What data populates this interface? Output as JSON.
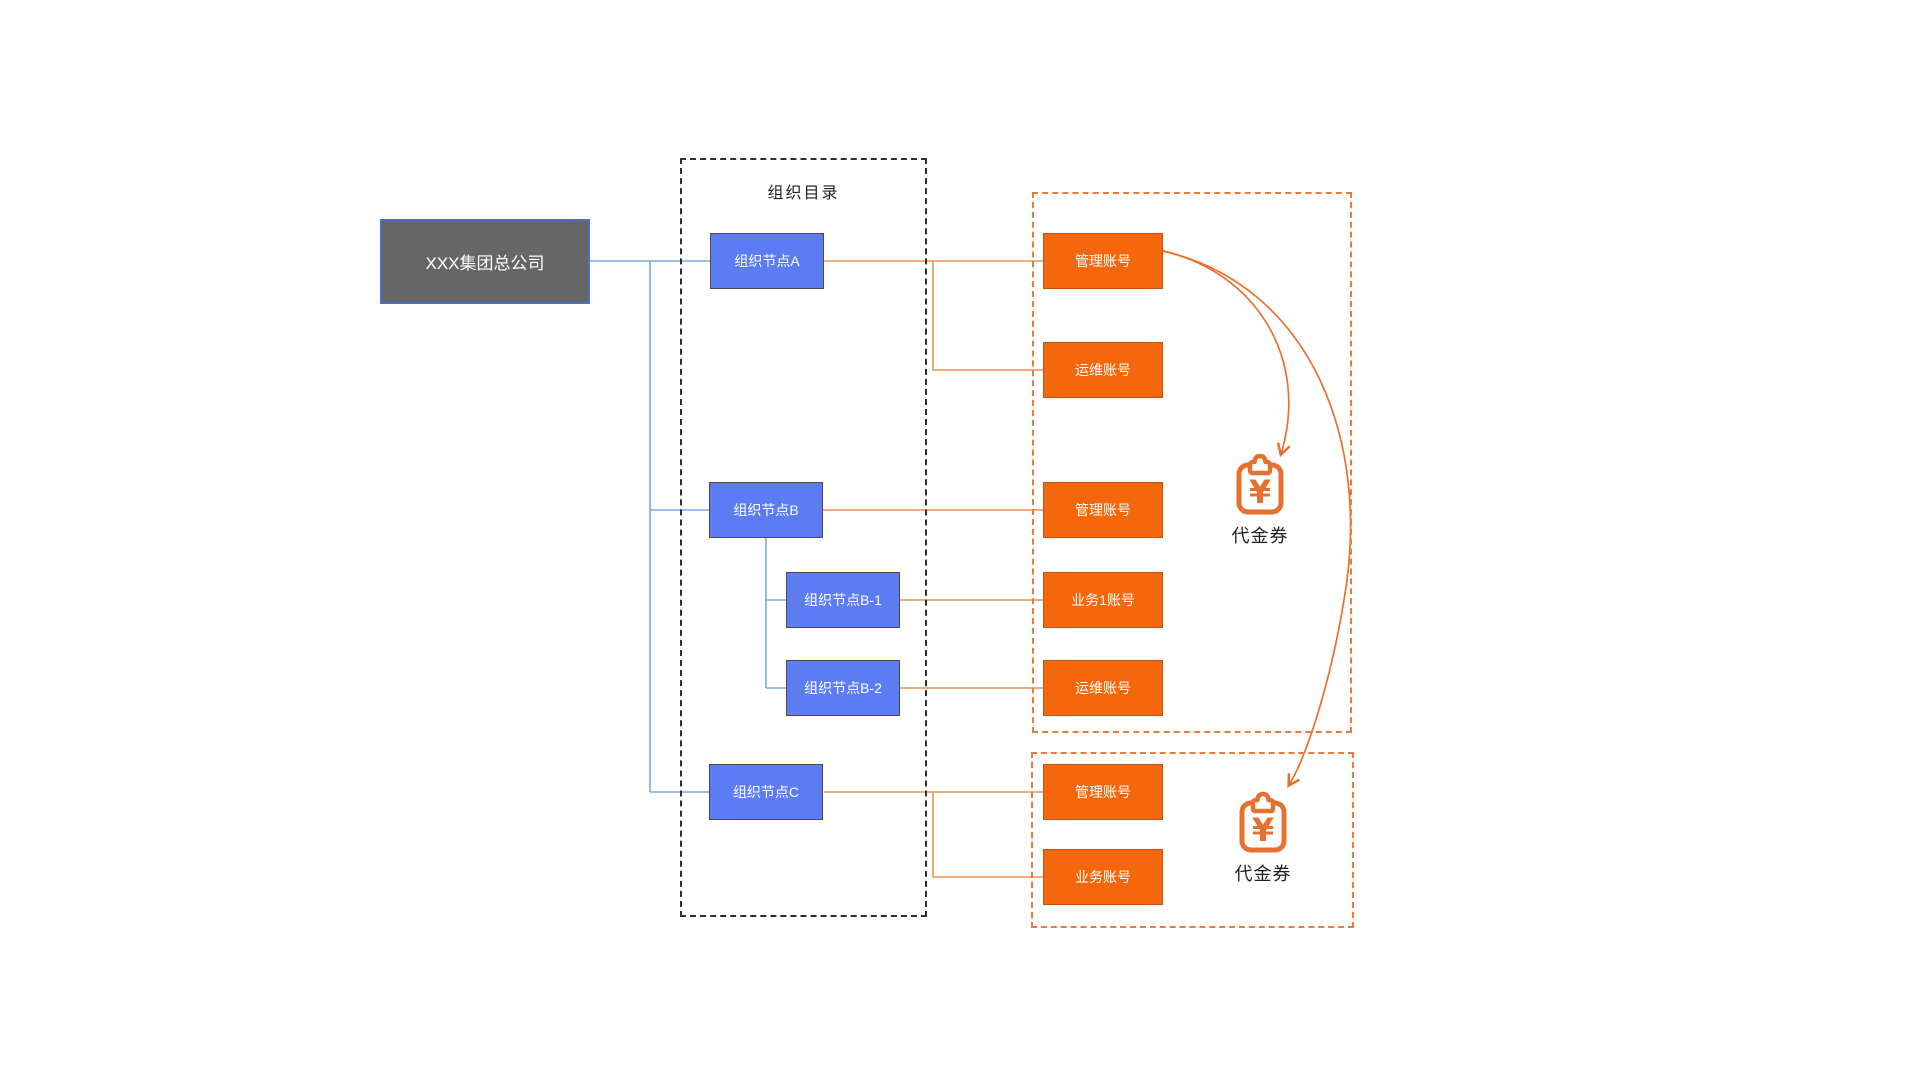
{
  "root": {
    "label": "XXX集团总公司"
  },
  "org_directory": {
    "title": "组织目录",
    "nodes": [
      {
        "label": "组织节点A"
      },
      {
        "label": "组织节点B"
      },
      {
        "label": "组织节点B-1"
      },
      {
        "label": "组织节点B-2"
      },
      {
        "label": "组织节点C"
      }
    ]
  },
  "account_groups": [
    {
      "accounts": [
        {
          "label": "管理账号"
        },
        {
          "label": "运维账号"
        },
        {
          "label": "管理账号"
        },
        {
          "label": "业务1账号"
        },
        {
          "label": "运维账号"
        }
      ],
      "voucher": {
        "label": "代金券",
        "currency_symbol": "¥"
      }
    },
    {
      "accounts": [
        {
          "label": "管理账号"
        },
        {
          "label": "业务账号"
        }
      ],
      "voucher": {
        "label": "代金券",
        "currency_symbol": "¥"
      }
    }
  ],
  "colors": {
    "node_blue": "#5b7cf2",
    "account_orange": "#f5670d",
    "root_gray": "#666666",
    "root_border_blue": "#4472c4",
    "line_blue": "#7ea6e0",
    "line_orange": "#ee9150",
    "curve_orange": "#e8702f",
    "org_border": "#2e2e2e",
    "container_border_orange": "#e87a3c"
  }
}
